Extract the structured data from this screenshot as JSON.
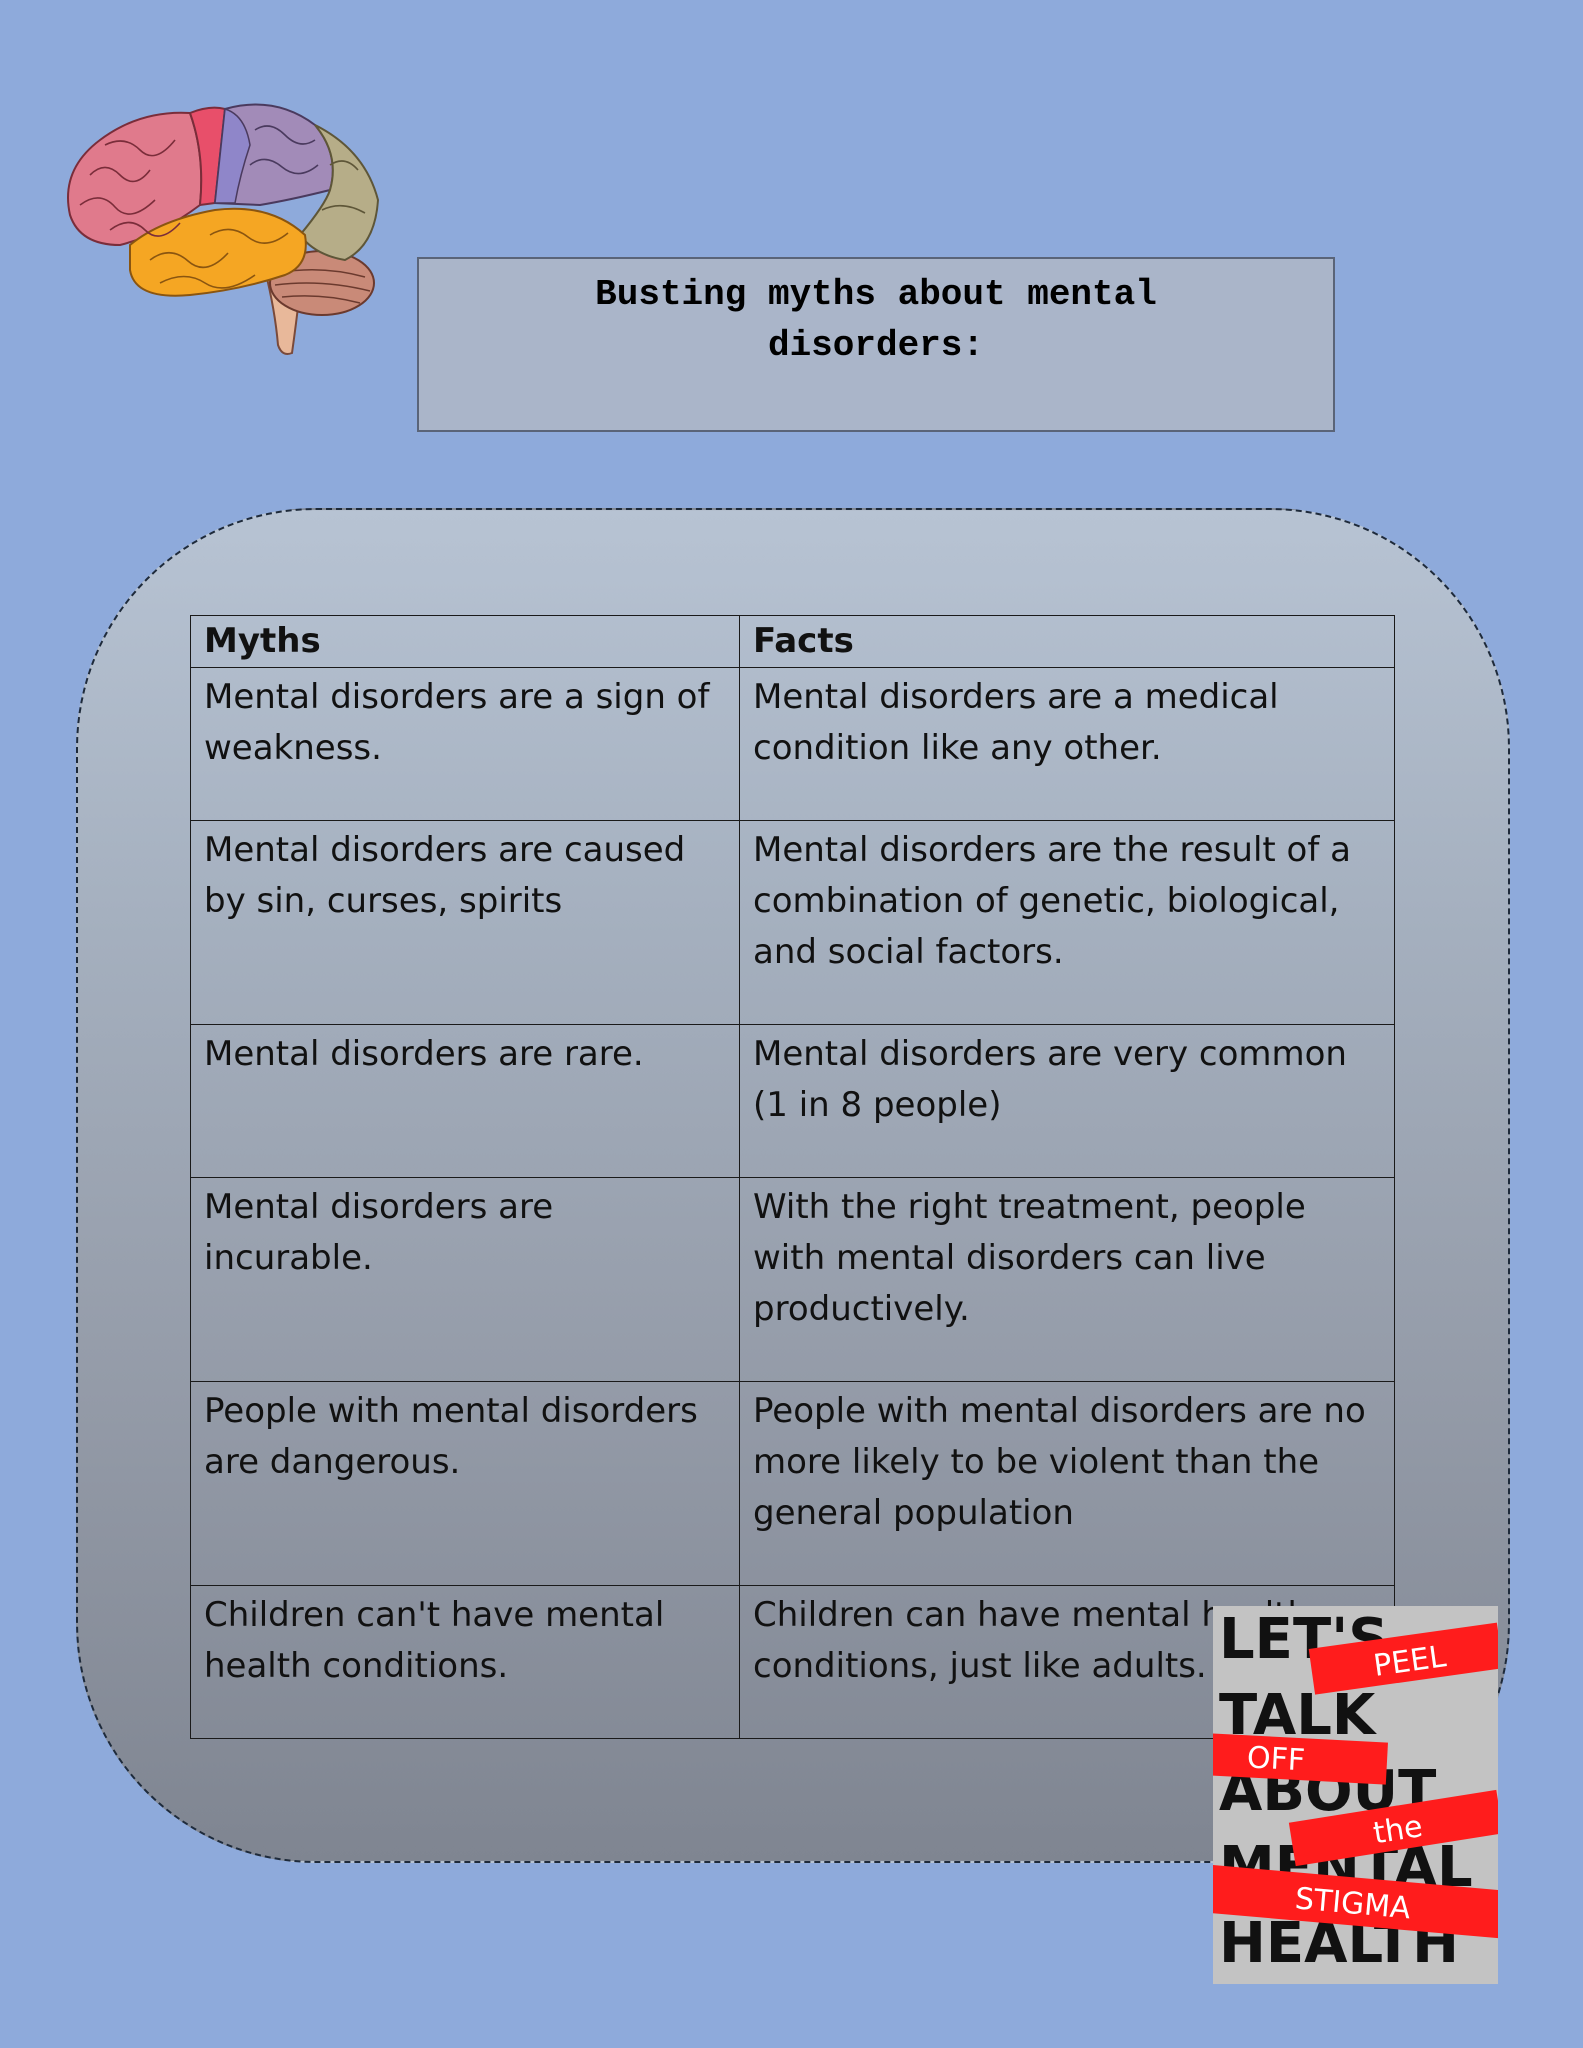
{
  "title": "Busting myths about mental disorders:",
  "table": {
    "headers": {
      "myths": "Myths",
      "facts": "Facts"
    },
    "rows": [
      {
        "myth": "Mental disorders are a sign of weakness.",
        "fact": "Mental disorders are a medical condition like any other."
      },
      {
        "myth": "Mental disorders are caused by sin, curses, spirits",
        "fact": "Mental disorders are the result of a combination of genetic, biological, and social factors."
      },
      {
        "myth": "Mental disorders are rare.",
        "fact": "Mental disorders are very common (1 in 8 people)"
      },
      {
        "myth": "Mental disorders are incurable.",
        "fact": "With the right treatment, people with mental disorders can live productively."
      },
      {
        "myth": "People with mental disorders are dangerous.",
        "fact": "People with mental disorders are no more likely to be violent than the general population"
      },
      {
        "myth": "Children can't have mental health conditions.",
        "fact": "Children can have mental health conditions, just like adults."
      }
    ]
  },
  "logo": {
    "words": [
      "LET'S",
      "TALK",
      "ABOUT",
      "MENTAL",
      "HEALTH"
    ],
    "ribbons": [
      "PEEL",
      "OFF",
      "the",
      "STIGMA"
    ]
  },
  "colors": {
    "background": "#8eaadb",
    "ribbon": "#ff1c1c"
  }
}
